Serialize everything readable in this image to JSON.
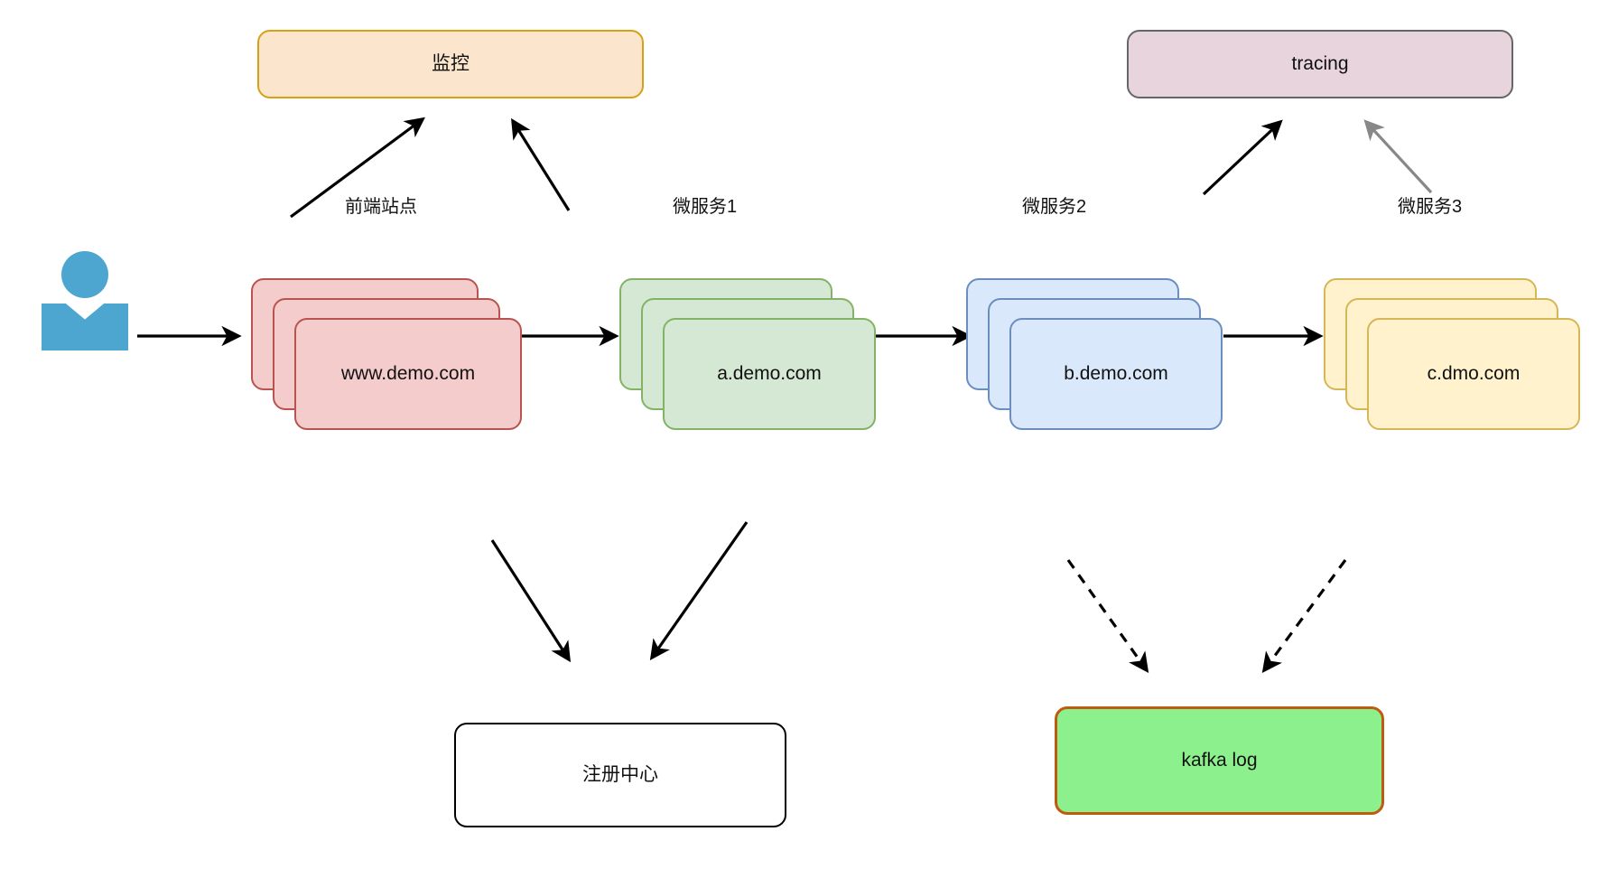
{
  "diagram": {
    "title": "microservice-architecture-diagram",
    "background": "#ffffff"
  },
  "palette": {
    "monitor_fill": "#fce5cd",
    "monitor_stroke": "#d6a017",
    "tracing_fill": "#e8d4dc",
    "tracing_stroke": "#666666",
    "red_fill": "#f5cccc",
    "red_stroke": "#b85450",
    "green_fill": "#d5e8d4",
    "green_stroke": "#82b366",
    "blue_fill": "#dae8fc",
    "blue_stroke": "#6c8ebf",
    "yellow_fill": "#fff2cc",
    "yellow_stroke": "#d6b656",
    "kafka_fill": "#8cf08c",
    "kafka_stroke": "#c05a10",
    "registry_fill": "#ffffff",
    "registry_stroke": "#000000",
    "actor_fill": "#4da6cf",
    "edge_color": "#000000",
    "edge_color_gray": "#888888"
  },
  "nodes": {
    "monitor": {
      "label": "监控"
    },
    "tracing": {
      "label": "tracing"
    },
    "frontend": {
      "label": "www.demo.com"
    },
    "service_a": {
      "label": "a.demo.com"
    },
    "service_b": {
      "label": "b.demo.com"
    },
    "service_c": {
      "label": "c.dmo.com"
    },
    "registry": {
      "label": "注册中心"
    },
    "kafka": {
      "label": "kafka log"
    },
    "actor": {
      "label": "user-actor"
    }
  },
  "captions": {
    "frontend_site": "前端站点",
    "microservice_1": "微服务1",
    "microservice_2": "微服务2",
    "microservice_3": "微服务3"
  },
  "edges": [
    {
      "name": "actor-to-frontend",
      "style": "solid",
      "arrow": "end"
    },
    {
      "name": "frontend-to-service-a",
      "style": "solid",
      "arrow": "end"
    },
    {
      "name": "service-a-to-service-b",
      "style": "solid",
      "arrow": "end"
    },
    {
      "name": "service-b-to-service-c",
      "style": "solid",
      "arrow": "end"
    },
    {
      "name": "frontend-to-monitor",
      "style": "solid",
      "arrow": "end"
    },
    {
      "name": "service-a-to-monitor",
      "style": "solid",
      "arrow": "end"
    },
    {
      "name": "service-b-to-tracing",
      "style": "solid",
      "arrow": "end"
    },
    {
      "name": "service-c-to-tracing",
      "style": "solid",
      "arrow": "end"
    },
    {
      "name": "frontend-to-registry",
      "style": "solid",
      "arrow": "end"
    },
    {
      "name": "service-a-to-registry",
      "style": "solid",
      "arrow": "end"
    },
    {
      "name": "service-b-to-kafka",
      "style": "dashed",
      "arrow": "end"
    },
    {
      "name": "service-c-to-kafka",
      "style": "dashed",
      "arrow": "end"
    }
  ]
}
